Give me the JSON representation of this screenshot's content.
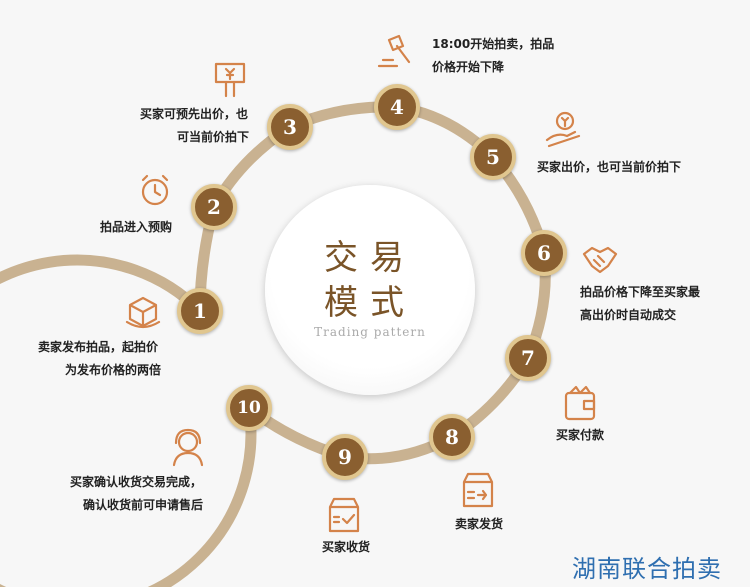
{
  "center": {
    "line1": "交易",
    "line2": "模式",
    "subtitle": "Trading pattern"
  },
  "steps": [
    {
      "num": "1",
      "icon": "box-icon",
      "lines": [
        "卖家发布拍品，起拍价",
        "为发布价格的两倍"
      ]
    },
    {
      "num": "2",
      "icon": "alarm-clock-icon",
      "lines": [
        "拍品进入预购"
      ]
    },
    {
      "num": "3",
      "icon": "price-sign-icon",
      "lines": [
        "买家可预先出价，也",
        "可当前价拍下"
      ]
    },
    {
      "num": "4",
      "icon": "gavel-icon",
      "lines": [
        "18:00开始拍卖，拍品",
        "价格开始下降"
      ]
    },
    {
      "num": "5",
      "icon": "hand-coin-icon",
      "lines": [
        "买家出价，也可当前价拍下"
      ]
    },
    {
      "num": "6",
      "icon": "handshake-icon",
      "lines": [
        "拍品价格下降至买家最",
        "高出价时自动成交"
      ]
    },
    {
      "num": "7",
      "icon": "wallet-icon",
      "lines": [
        "买家付款"
      ]
    },
    {
      "num": "8",
      "icon": "shipping-box-icon",
      "lines": [
        "卖家发货"
      ]
    },
    {
      "num": "9",
      "icon": "received-box-icon",
      "lines": [
        "买家收货"
      ]
    },
    {
      "num": "10",
      "icon": "headset-icon",
      "lines": [
        "买家确认收货交易完成，",
        "确认收货前可申请售后"
      ]
    }
  ],
  "watermark": "湖南联合拍卖",
  "colors": {
    "node": "#8a5f30",
    "ring": "#c9b291",
    "icon": "#d4834a",
    "watermark": "#2f6fb0"
  }
}
